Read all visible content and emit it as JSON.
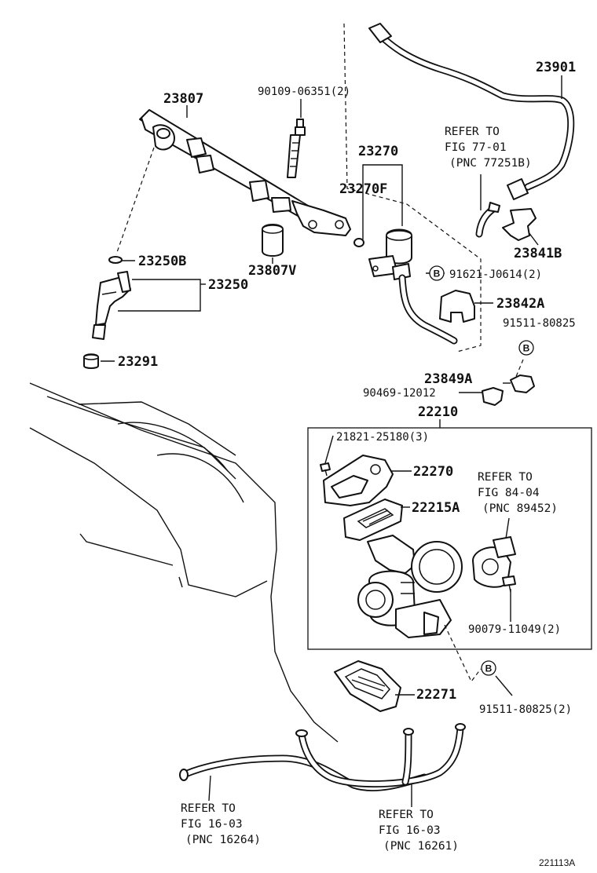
{
  "labels": {
    "p23807": "23807",
    "p90109": "90109-06351(2)",
    "p23901": "23901",
    "refer77_l1": "REFER TO",
    "refer77_l2": "FIG 77-01",
    "refer77_l3": "(PNC 77251B)",
    "p23270": "23270",
    "p23270F": "23270F",
    "p23250B": "23250B",
    "p23250": "23250",
    "p23807V": "23807V",
    "p23841B": "23841B",
    "p91621": "91621-J0614(2)",
    "p23842A": "23842A",
    "p91511a": "91511-80825",
    "p23291": "23291",
    "p23849A": "23849A",
    "p90469": "90469-12012",
    "p22210": "22210",
    "p21821": "21821-25180(3)",
    "p22270": "22270",
    "refer84_l1": "REFER TO",
    "refer84_l2": "FIG 84-04",
    "refer84_l3": "(PNC 89452)",
    "p22215A": "22215A",
    "p90079": "90079-11049(2)",
    "p22271": "22271",
    "p91511b": "91511-80825(2)",
    "refer16a_l1": "REFER TO",
    "refer16a_l2": "FIG 16-03",
    "refer16a_l3": "(PNC 16264)",
    "refer16b_l1": "REFER TO",
    "refer16b_l2": "FIG 16-03",
    "refer16b_l3": "(PNC 16261)",
    "marker_b": "B",
    "diagram_id": "221113A"
  }
}
